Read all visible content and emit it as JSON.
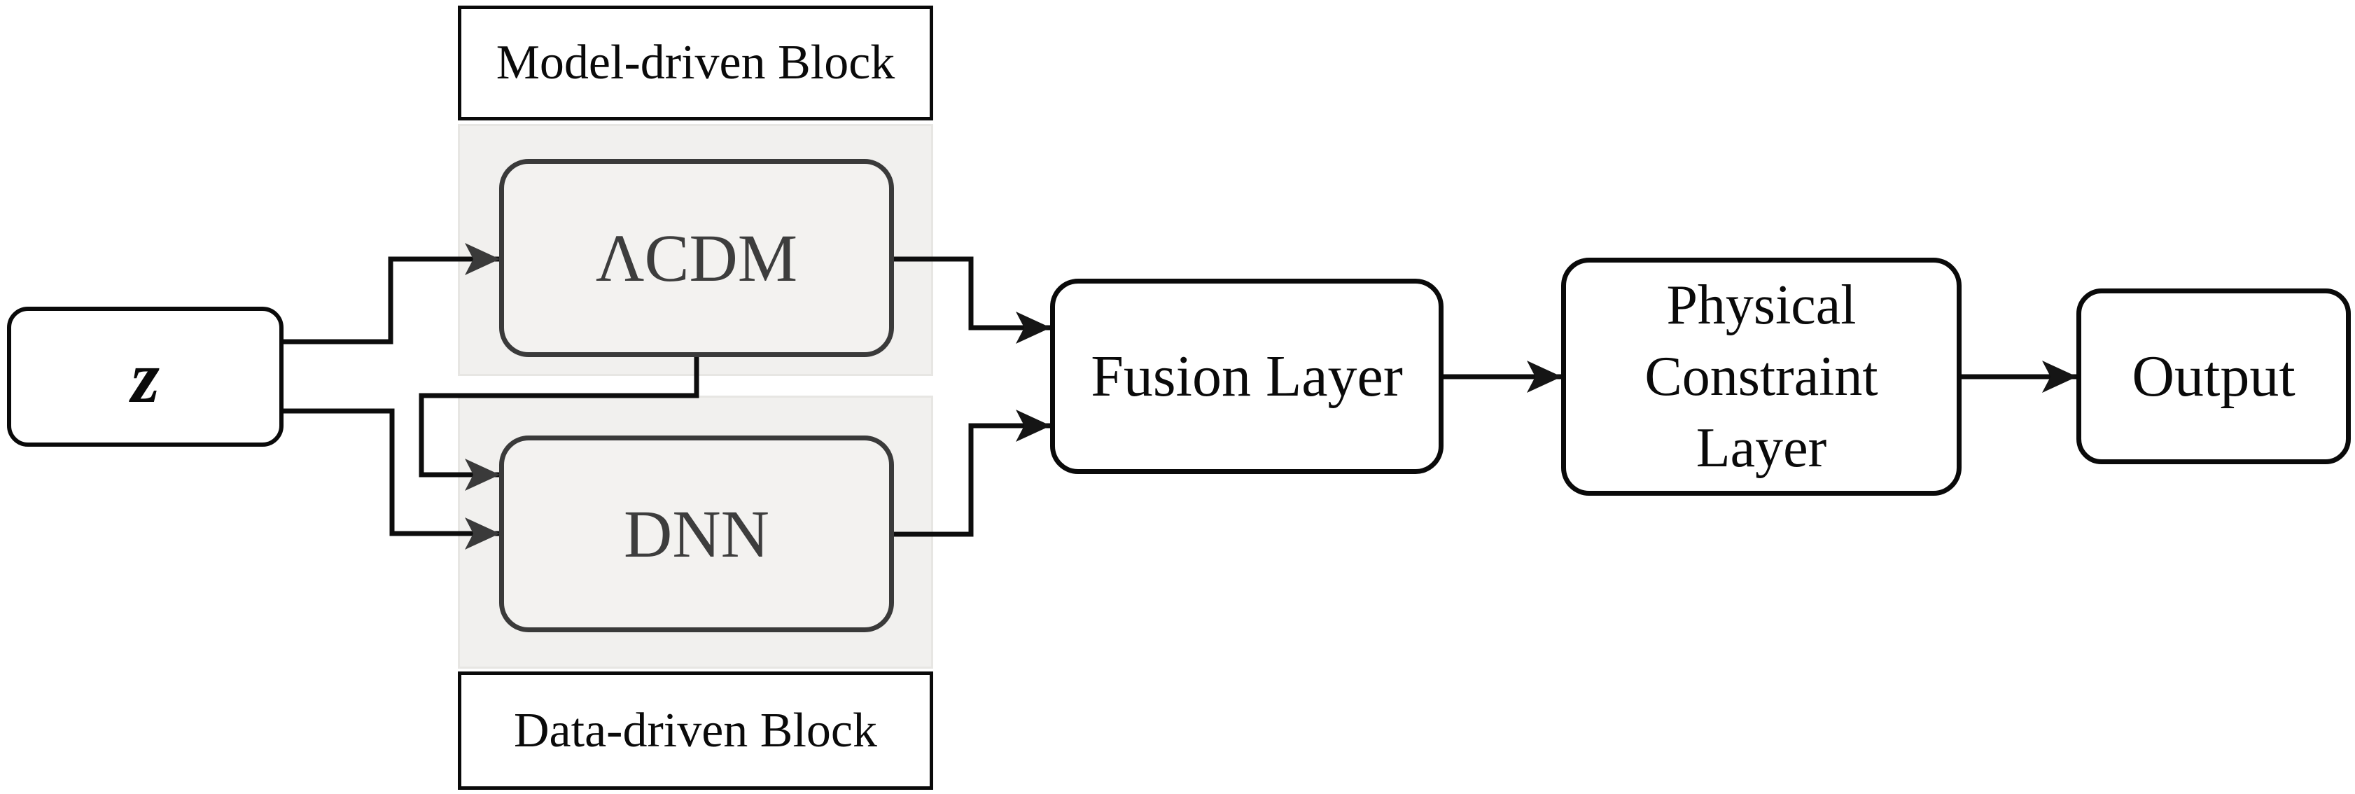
{
  "colors": {
    "background": "#ffffff",
    "line": "#0d0d0d",
    "outer_box_border": "#0a0a0a",
    "inner_box_border": "#3a3a3a",
    "inner_box_fill": "#f3f2f0",
    "inner_box_text": "#3d3d3d",
    "panel_fill": "#f1f0ee",
    "panel_edge": "#e7e6e3",
    "arrowhead_dark": "#151515",
    "arrowhead_gray": "#3a3a3a"
  },
  "nodes": {
    "z": {
      "label": "z"
    },
    "model_block": {
      "label": "Model-driven Block"
    },
    "lcdm": {
      "label": "ΛCDM"
    },
    "dnn": {
      "label": "DNN"
    },
    "data_block": {
      "label": "Data-driven Block"
    },
    "fusion": {
      "label": "Fusion Layer"
    },
    "physical": {
      "lines": [
        "Physical",
        "Constraint",
        "Layer"
      ]
    },
    "output": {
      "label": "Output"
    }
  }
}
